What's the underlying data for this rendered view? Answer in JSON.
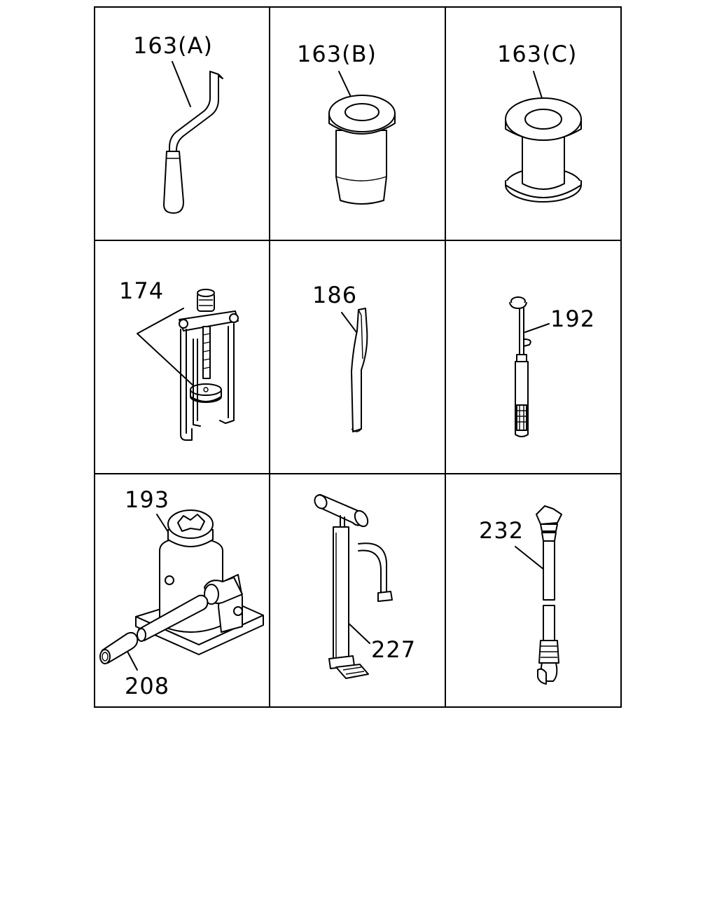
{
  "parts": [
    {
      "id": "163a",
      "label": "163(A)"
    },
    {
      "id": "163b",
      "label": "163(B)"
    },
    {
      "id": "163c",
      "label": "163(C)"
    },
    {
      "id": "174",
      "label": "174"
    },
    {
      "id": "186",
      "label": "186"
    },
    {
      "id": "192",
      "label": "192"
    },
    {
      "id": "193",
      "label": "193"
    },
    {
      "id": "208",
      "label": "208"
    },
    {
      "id": "227",
      "label": "227"
    },
    {
      "id": "232",
      "label": "232"
    }
  ]
}
